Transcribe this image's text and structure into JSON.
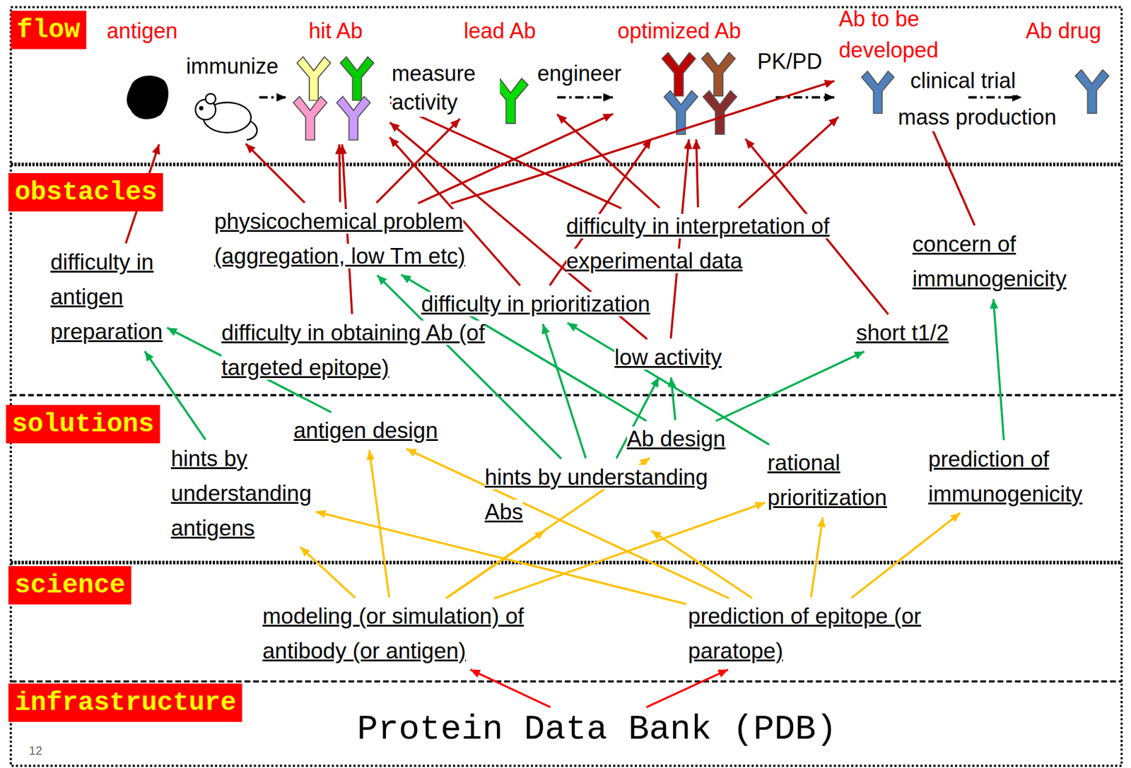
{
  "diagram": {
    "nodes": [
      {
        "text": [
          "flow"
        ]
      },
      {
        "text": [
          "antigen"
        ],
        "in": 0
      },
      {
        "text": [
          "hit Ab"
        ],
        "in": 0
      },
      {
        "text": [
          "lead Ab"
        ],
        "in": 0
      },
      {
        "text": [
          "optimized Ab"
        ],
        "in": 0
      },
      {
        "text": [
          "Ab to be developed"
        ],
        "in": 0
      },
      {
        "text": [
          "Ab drug"
        ],
        "in": 0
      },
      {
        "text": [
          "obstacles"
        ]
      },
      {
        "text": [
          "difficulty in antigen preparation"
        ],
        "in": 7
      },
      {
        "text": [
          "physicochemical problem (aggregation, low Tm etc)"
        ],
        "in": 7
      },
      {
        "text": [
          "difficulty in interpretation of experimental data"
        ],
        "in": 7
      },
      {
        "text": [
          "concern of immunogenicity"
        ],
        "in": 7
      },
      {
        "text": [
          "difficulty in prioritization"
        ],
        "in": 7
      },
      {
        "text": [
          "difficulty in obtaining Ab (of targeted epitope)"
        ],
        "in": 7
      },
      {
        "text": [
          "low activity"
        ],
        "in": 7
      },
      {
        "text": [
          "short t1/2"
        ],
        "in": 7
      },
      {
        "text": [
          "solutions"
        ]
      },
      {
        "text": [
          "hints by understanding antigens"
        ],
        "in": 16
      },
      {
        "text": [
          "antigen design"
        ],
        "in": 16
      },
      {
        "text": [
          "hints by understanding Abs"
        ],
        "in": 16
      },
      {
        "text": [
          "Ab design"
        ],
        "in": 16
      },
      {
        "text": [
          "rational prioritization"
        ],
        "in": 16
      },
      {
        "text": [
          "prediction of immunogenicity"
        ],
        "in": 16
      },
      {
        "text": [
          "science"
        ]
      },
      {
        "text": [
          "modeling (or simulation) of antibody (or antigen)"
        ],
        "in": 23
      },
      {
        "text": [
          "prediction of epitope (or paratope)"
        ],
        "in": 23
      },
      {
        "text": [
          "infrastructure"
        ]
      },
      {
        "text": [
          "Protein Data Bank (PDB)"
        ],
        "in": 26
      }
    ],
    "edges": [
      {
        "from": 1,
        "to": 2,
        "arrow": "to",
        "label": "immunize"
      },
      {
        "from": 2,
        "to": 3,
        "arrow": "none",
        "label": "measure activity"
      },
      {
        "from": 3,
        "to": 4,
        "arrow": "to",
        "label": "engineer"
      },
      {
        "from": 4,
        "to": 5,
        "arrow": "to",
        "label": "PK/PD"
      },
      {
        "from": 5,
        "to": 6,
        "arrow": "to",
        "label": "clinical trial"
      },
      {
        "from": 8,
        "to": 1,
        "arrow": "to"
      },
      {
        "from": 9,
        "to": 1,
        "arrow": "to"
      },
      {
        "from": 9,
        "to": 2,
        "arrow": "to"
      },
      {
        "from": 9,
        "to": 3,
        "arrow": "to"
      },
      {
        "from": 9,
        "to": 4,
        "arrow": "to"
      },
      {
        "from": 9,
        "to": 5,
        "arrow": "to"
      },
      {
        "from": 13,
        "to": 2,
        "arrow": "to"
      },
      {
        "from": 10,
        "to": 2,
        "arrow": "to"
      },
      {
        "from": 10,
        "to": 3,
        "arrow": "to"
      },
      {
        "from": 10,
        "to": 4,
        "arrow": "to"
      },
      {
        "from": 10,
        "to": 5,
        "arrow": "to"
      },
      {
        "from": 12,
        "to": 2,
        "arrow": "to"
      },
      {
        "from": 12,
        "to": 4,
        "arrow": "to"
      },
      {
        "from": 14,
        "to": 2,
        "arrow": "to"
      },
      {
        "from": 14,
        "to": 4,
        "arrow": "to"
      },
      {
        "from": 15,
        "to": 4,
        "arrow": "to"
      },
      {
        "from": 11,
        "to": 5,
        "arrow": "to"
      },
      {
        "from": 17,
        "to": 8,
        "arrow": "to"
      },
      {
        "from": 18,
        "to": 8,
        "arrow": "to"
      },
      {
        "from": 19,
        "to": 9,
        "arrow": "to"
      },
      {
        "from": 19,
        "to": 12,
        "arrow": "to"
      },
      {
        "from": 19,
        "to": 14,
        "arrow": "to"
      },
      {
        "from": 20,
        "to": 9,
        "arrow": "to"
      },
      {
        "from": 20,
        "to": 14,
        "arrow": "to"
      },
      {
        "from": 20,
        "to": 15,
        "arrow": "to"
      },
      {
        "from": 21,
        "to": 12,
        "arrow": "to"
      },
      {
        "from": 22,
        "to": 11,
        "arrow": "to"
      },
      {
        "from": 24,
        "to": 17,
        "arrow": "to"
      },
      {
        "from": 24,
        "to": 18,
        "arrow": "to"
      },
      {
        "from": 24,
        "to": 19,
        "arrow": "to"
      },
      {
        "from": 24,
        "to": 20,
        "arrow": "to"
      },
      {
        "from": 24,
        "to": 21,
        "arrow": "to"
      },
      {
        "from": 25,
        "to": 17,
        "arrow": "to"
      },
      {
        "from": 25,
        "to": 18,
        "arrow": "to"
      },
      {
        "from": 25,
        "to": 19,
        "arrow": "to"
      },
      {
        "from": 25,
        "to": 21,
        "arrow": "to"
      },
      {
        "from": 25,
        "to": 22,
        "arrow": "to"
      },
      {
        "from": 27,
        "to": 24,
        "arrow": "to"
      },
      {
        "from": 27,
        "to": 25,
        "arrow": "to"
      }
    ],
    "labels": [
      "mass production",
      "12"
    ]
  }
}
